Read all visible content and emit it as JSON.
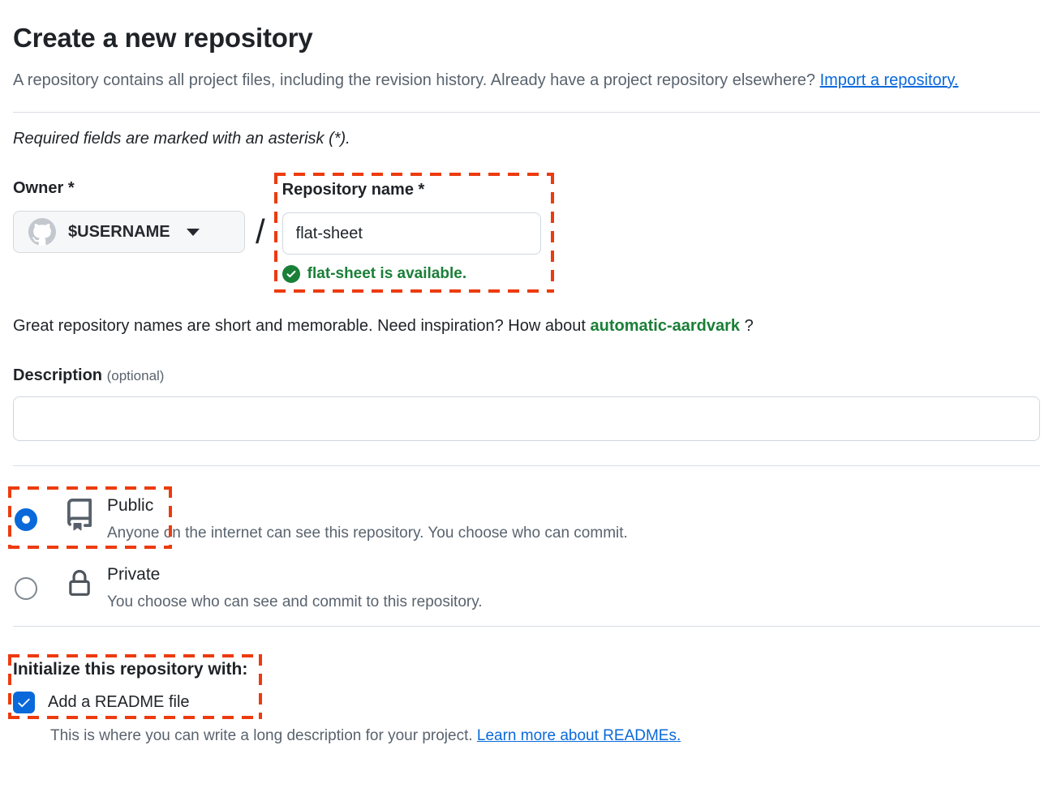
{
  "page": {
    "title": "Create a new repository",
    "intro_text": "A repository contains all project files, including the revision history. Already have a project repository elsewhere? ",
    "import_link": "Import a repository.",
    "required_note": "Required fields are marked with an asterisk (*)."
  },
  "owner": {
    "label": "Owner",
    "required_mark": "*",
    "selected_owner": "$USERNAME",
    "separator": "/"
  },
  "repository_name": {
    "label": "Repository name",
    "required_mark": "*",
    "value": "flat-sheet",
    "availability_message": "flat-sheet is available."
  },
  "suggestion": {
    "text_before": "Great repository names are short and memorable. Need inspiration? How about ",
    "suggested_name": "automatic-aardvark",
    "text_after": " ?"
  },
  "description_field": {
    "label": "Description",
    "optional_note": "(optional)",
    "value": ""
  },
  "visibility": {
    "public": {
      "label": "Public",
      "description": "Anyone on the internet can see this repository. You choose who can commit.",
      "selected": true
    },
    "private": {
      "label": "Private",
      "description": "You choose who can see and commit to this repository.",
      "selected": false
    }
  },
  "initialize": {
    "heading": "Initialize this repository with:",
    "readme_label": "Add a README file",
    "readme_checked": true,
    "readme_help_text": "This is where you can write a long description for your project. ",
    "readme_link": "Learn more about READMEs."
  },
  "icons": {
    "avatar": "github-octocat-mark",
    "owner_caret": "chevron-down",
    "public_icon": "repo-book",
    "private_icon": "lock",
    "availability_icon": "check-circle-fill",
    "readme_checkbox_icon": "checkmark"
  },
  "colors": {
    "link_blue": "#0969da",
    "accent_blue": "#0969da",
    "success_green": "#1a7f37",
    "annotation_orange_red": "#ed3b0e",
    "input_border_gray": "#d0d7de",
    "text_primary": "#1f2328",
    "text_muted": "#59636e",
    "button_background": "#f5f7f9"
  },
  "annotations": {
    "style": "dashed-box",
    "highlighted_elements": [
      "repository-name-field",
      "public-visibility-option",
      "initialize-with-readme-section"
    ]
  }
}
